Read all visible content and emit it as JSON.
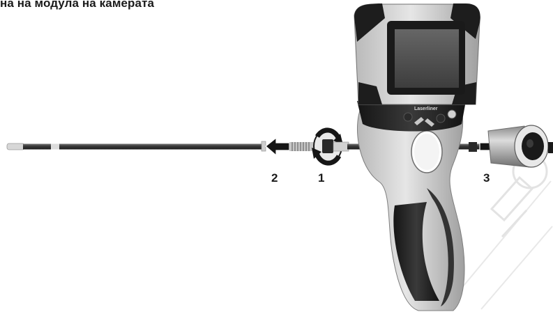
{
  "heading": "на на модула на камерата",
  "device": {
    "brand": "Laserliner"
  },
  "steps": [
    {
      "number": "1",
      "action": "rotate"
    },
    {
      "number": "2",
      "action": "pull-left"
    },
    {
      "number": "3",
      "action": "pull-right"
    }
  ],
  "colors": {
    "ink": "#1a1a1a",
    "housing-light": "#c9c9c9",
    "housing-dark": "#2a2a2a",
    "screen": "#4a4a4a",
    "watermark": "#e2e2e2"
  }
}
